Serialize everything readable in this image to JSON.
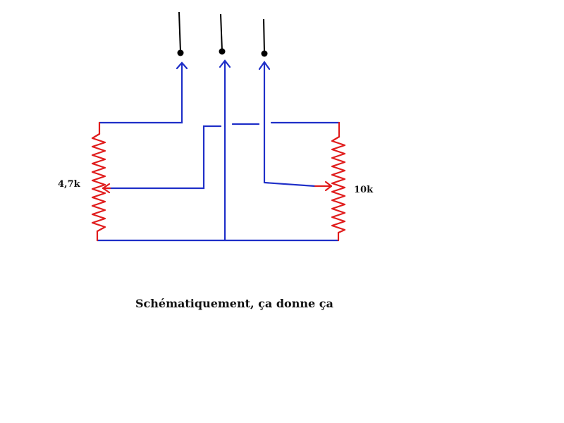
{
  "resistors": {
    "left": {
      "label": "4,7k"
    },
    "right": {
      "label": "10k"
    }
  },
  "caption": "Schématiquement, ça donne ça",
  "colors": {
    "wire": "#1f2fc8",
    "resistor": "#e01b1b",
    "lead": "#000000",
    "text": "#111111"
  },
  "icons": [
    "resistor-icon",
    "potentiometer-wiper-icon",
    "arrow-icon",
    "terminal-dot-icon"
  ]
}
